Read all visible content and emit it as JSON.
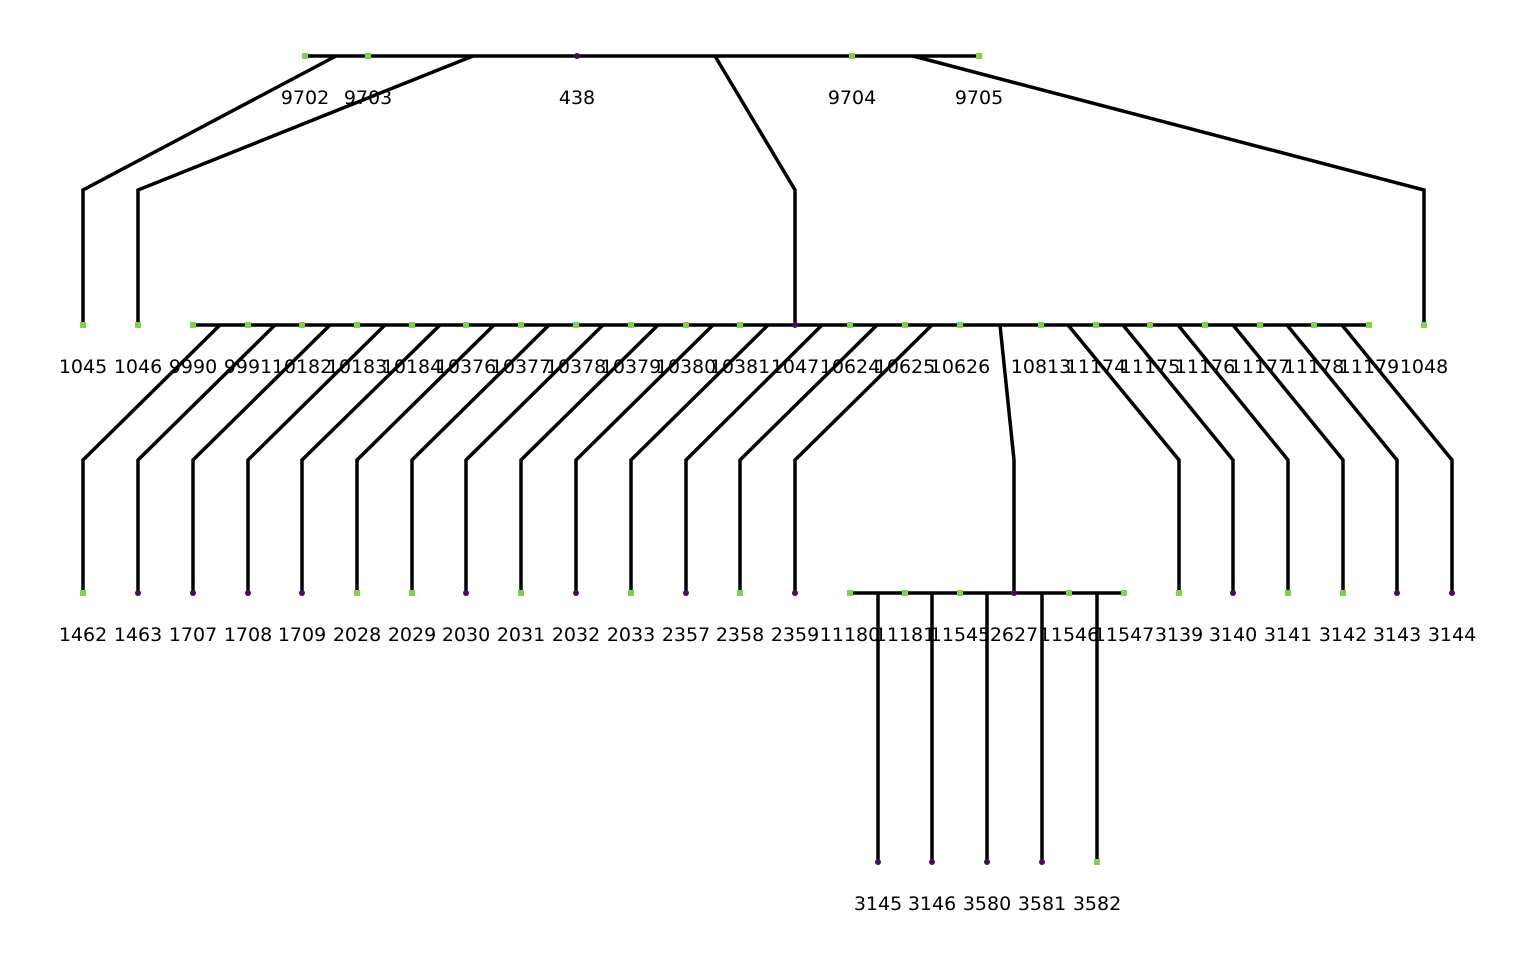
{
  "colors": {
    "green": "#7fd150",
    "purple": "#4a0c5c",
    "line": "#000000"
  },
  "generations": [
    {
      "nodes": [
        {
          "label": "9702",
          "color": "green"
        },
        {
          "label": "9703",
          "color": "green"
        },
        {
          "label": "438",
          "color": "purple"
        },
        {
          "label": "9704",
          "color": "green"
        },
        {
          "label": "9705",
          "color": "green"
        }
      ]
    },
    {
      "nodes": [
        {
          "label": "1045",
          "color": "green"
        },
        {
          "label": "1046",
          "color": "green"
        },
        {
          "label": "9990",
          "color": "green"
        },
        {
          "label": "9991",
          "color": "green"
        },
        {
          "label": "10182",
          "color": "green"
        },
        {
          "label": "10183",
          "color": "green"
        },
        {
          "label": "10184",
          "color": "green"
        },
        {
          "label": "10376",
          "color": "green"
        },
        {
          "label": "10377",
          "color": "green"
        },
        {
          "label": "10378",
          "color": "green"
        },
        {
          "label": "10379",
          "color": "green"
        },
        {
          "label": "10380",
          "color": "green"
        },
        {
          "label": "10381",
          "color": "green"
        },
        {
          "label": "1047",
          "color": "purple"
        },
        {
          "label": "10624",
          "color": "green"
        },
        {
          "label": "10625",
          "color": "green"
        },
        {
          "label": "10626",
          "color": "green"
        },
        {
          "label": "10813",
          "color": "green"
        },
        {
          "label": "11174",
          "color": "green"
        },
        {
          "label": "11175",
          "color": "green"
        },
        {
          "label": "11176",
          "color": "green"
        },
        {
          "label": "11177",
          "color": "green"
        },
        {
          "label": "11178",
          "color": "green"
        },
        {
          "label": "11179",
          "color": "green"
        },
        {
          "label": "1048",
          "color": "green"
        }
      ]
    },
    {
      "nodes": [
        {
          "label": "1462",
          "color": "green"
        },
        {
          "label": "1463",
          "color": "purple"
        },
        {
          "label": "1707",
          "color": "purple"
        },
        {
          "label": "1708",
          "color": "purple"
        },
        {
          "label": "1709",
          "color": "purple"
        },
        {
          "label": "2028",
          "color": "green"
        },
        {
          "label": "2029",
          "color": "green"
        },
        {
          "label": "2030",
          "color": "purple"
        },
        {
          "label": "2031",
          "color": "green"
        },
        {
          "label": "2032",
          "color": "purple"
        },
        {
          "label": "2033",
          "color": "green"
        },
        {
          "label": "2357",
          "color": "purple"
        },
        {
          "label": "2358",
          "color": "green"
        },
        {
          "label": "2359",
          "color": "purple"
        },
        {
          "label": "11180",
          "color": "green"
        },
        {
          "label": "11181",
          "color": "green"
        },
        {
          "label": "11545",
          "color": "green"
        },
        {
          "label": "2627",
          "color": "purple"
        },
        {
          "label": "11546",
          "color": "green"
        },
        {
          "label": "11547",
          "color": "green"
        },
        {
          "label": "3139",
          "color": "green"
        },
        {
          "label": "3140",
          "color": "purple"
        },
        {
          "label": "3141",
          "color": "green"
        },
        {
          "label": "3142",
          "color": "green"
        },
        {
          "label": "3143",
          "color": "purple"
        },
        {
          "label": "3144",
          "color": "purple"
        }
      ]
    },
    {
      "nodes": [
        {
          "label": "3145",
          "color": "purple"
        },
        {
          "label": "3146",
          "color": "purple"
        },
        {
          "label": "3580",
          "color": "purple"
        },
        {
          "label": "3581",
          "color": "purple"
        },
        {
          "label": "3582",
          "color": "green"
        }
      ]
    }
  ]
}
